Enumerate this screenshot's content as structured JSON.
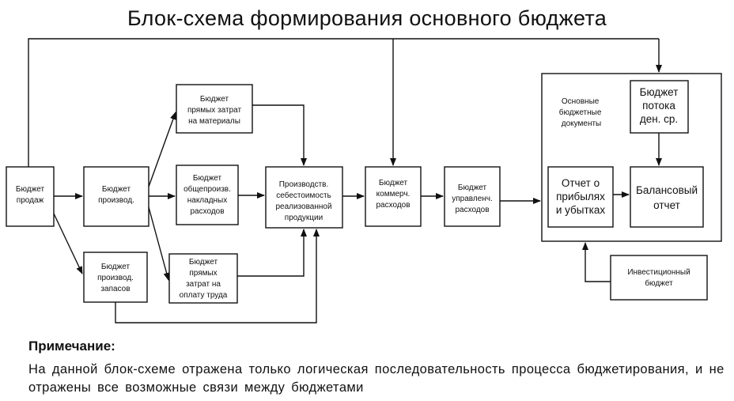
{
  "title": "Блок-схема формирования основного бюджета",
  "group_label": [
    "Основные",
    "бюджетные",
    "документы"
  ],
  "boxes": {
    "sales": [
      "Бюджет",
      "продаж"
    ],
    "production": [
      "Бюджет",
      "производ."
    ],
    "materials": [
      "Бюджет",
      "прямых затрат",
      "на материалы"
    ],
    "overhead": [
      "Бюджет",
      "общепроизв.",
      "накладных",
      "расходов"
    ],
    "labor": [
      "Бюджет",
      "прямых",
      "затрат на",
      "оплату труда"
    ],
    "inventory": [
      "Бюджет",
      "производ.",
      "запасов"
    ],
    "cost": [
      "Производств.",
      "себестоимость",
      "реализованной",
      "продукции"
    ],
    "commercial": [
      "Бюджет",
      "коммерч.",
      "расходов"
    ],
    "management": [
      "Бюджет",
      "управленч.",
      "расходов"
    ],
    "cashflow": [
      "Бюджет",
      "потока",
      "ден. ср."
    ],
    "pnl": [
      "Отчет о",
      "прибылях",
      "и убытках"
    ],
    "balance": [
      "Балансовый",
      "отчет"
    ],
    "investment": [
      "Инвестиционный",
      "бюджет"
    ]
  },
  "note": {
    "title": "Примечание:",
    "text": "На данной блок-схеме отражена только логическая последовательность процесса бюджетирования, и не отражены все возможные связи между бюджетами"
  }
}
